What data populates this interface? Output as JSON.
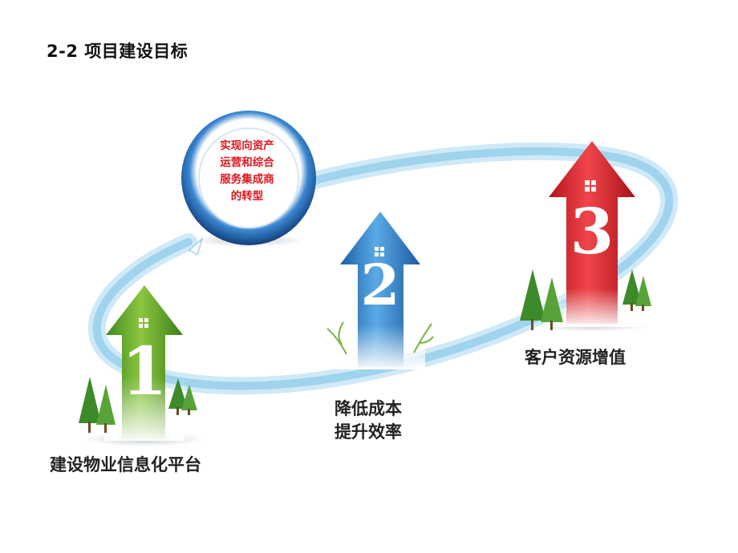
{
  "slide": {
    "title": "2-2 项目建设目标"
  },
  "goal_circle": {
    "lines": [
      "实现向资产",
      "运营和综合",
      "服务集成商",
      "的转型"
    ],
    "text_color": "#e0161e",
    "ring_color": "#1f5fa8"
  },
  "steps": [
    {
      "number": "1",
      "color": "#5aa02c",
      "caption_lines": [
        "建设物业信息化平台"
      ]
    },
    {
      "number": "2",
      "color": "#2e7cc7",
      "caption_lines": [
        "降低成本",
        "提升效率"
      ]
    },
    {
      "number": "3",
      "color": "#d9262b",
      "caption_lines": [
        "客户资源增值"
      ]
    }
  ],
  "ring_color": "#9fd3ee"
}
